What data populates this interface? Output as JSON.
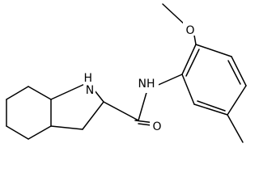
{
  "molecule": {
    "atom_labels": {
      "methoxy_oxygen": "O",
      "indoline_nitrogen": "H\nN",
      "amide_nitrogen": "NH",
      "carbonyl_oxygen": "O"
    }
  }
}
